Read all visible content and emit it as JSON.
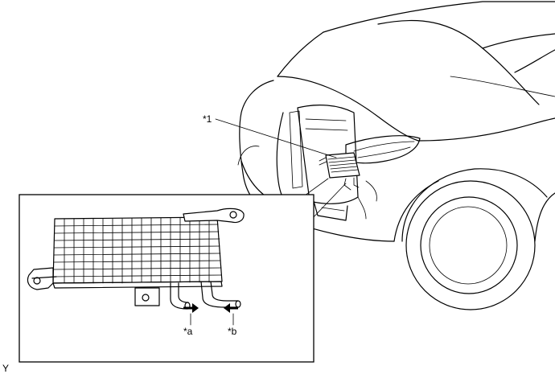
{
  "labels": {
    "callout_1": "*1",
    "callout_a": "*a",
    "callout_b": "*b",
    "corner_mark": "Y"
  }
}
